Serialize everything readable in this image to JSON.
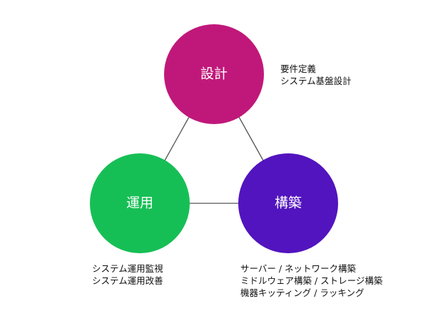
{
  "nodes": {
    "design": {
      "label": "設計",
      "color": "#C0187A",
      "notes": [
        "要件定義",
        "システム基盤設計"
      ]
    },
    "operate": {
      "label": "運用",
      "color": "#16BF55",
      "notes": [
        "システム運用監視",
        "システム運用改善"
      ]
    },
    "build": {
      "label": "構築",
      "color": "#5214BE",
      "notes": [
        "サーバー / ネットワーク構築",
        "ミドルウェア構築 / ストレージ構築",
        "機器キッティング / ラッキング"
      ]
    }
  },
  "connector_color": "#555555"
}
